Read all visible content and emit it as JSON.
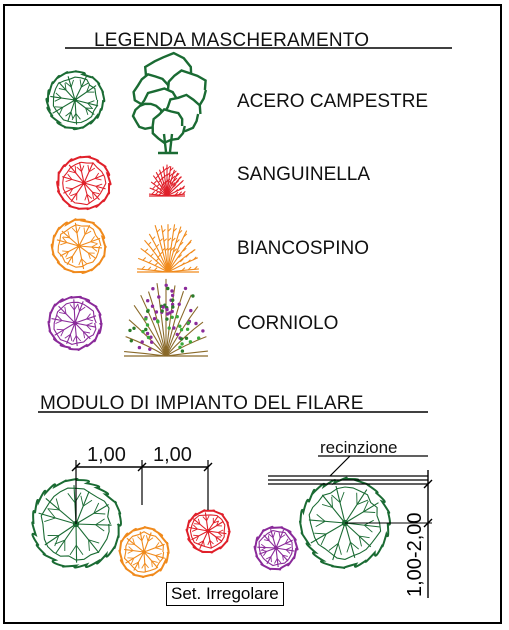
{
  "legend": {
    "title": "LEGENDA MASCHERAMENTO",
    "items": [
      {
        "name": "ACERO CAMPESTRE",
        "color": "#1a6b33",
        "icon": "tree-plan-icon"
      },
      {
        "name": "SANGUINELLA",
        "color": "#e0202a",
        "icon": "shrub-plan-icon"
      },
      {
        "name": "BIANCOSPINO",
        "color": "#f08a1c",
        "icon": "shrub-plan-icon"
      },
      {
        "name": "CORNIOLO",
        "color": "#8a2a9a",
        "icon": "shrub-plan-icon"
      }
    ]
  },
  "module": {
    "title": "MODULO DI IMPIANTO DEL FILARE",
    "spacing_1": "1,00",
    "spacing_2": "1,00",
    "fence_label": "recinzione",
    "distance_label": "1,00-2,00",
    "set_label": "Set. Irregolare"
  },
  "colors": {
    "acero": "#1a6b33",
    "sanguinella": "#e0202a",
    "biancospino": "#f08a1c",
    "corniolo": "#8a2a9a",
    "branch": "#8a6a2a"
  }
}
